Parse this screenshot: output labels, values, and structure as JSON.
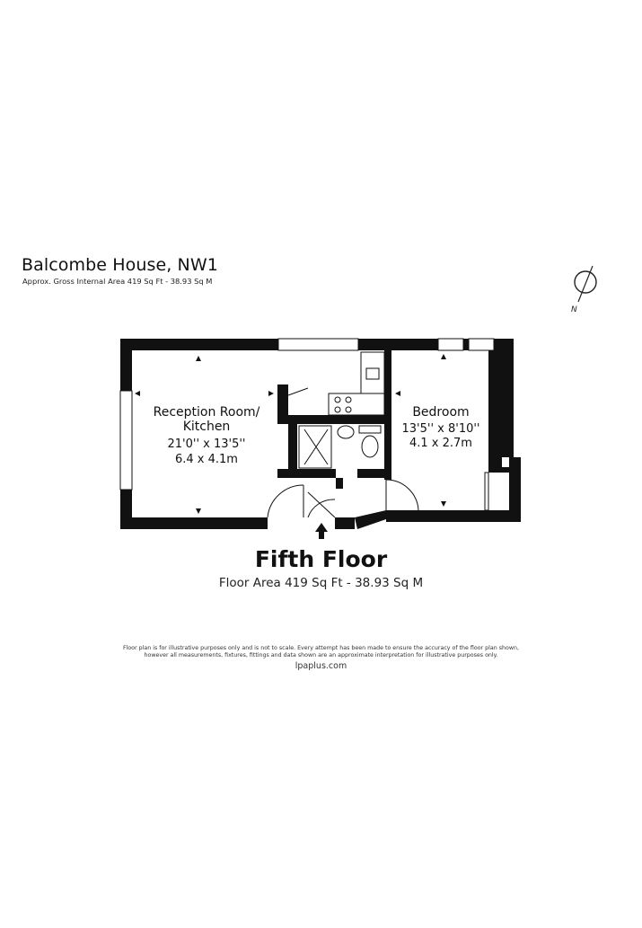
{
  "property": {
    "title": "Balcombe House, NW1",
    "subtitle": "Approx. Gross Internal Area 419 Sq Ft - 38.93 Sq M"
  },
  "compass": {
    "label": "N"
  },
  "rooms": [
    {
      "name_line1": "Reception Room/",
      "name_line2": "Kitchen",
      "imperial": "21'0'' x 13'5''",
      "metric": "6.4 x 4.1m"
    },
    {
      "name_line1": "Bedroom",
      "imperial": "13'5'' x 8'10''",
      "metric": "4.1 x 2.7m"
    }
  ],
  "floor": {
    "name": "Fifth Floor",
    "area": "Floor Area 419 Sq Ft - 38.93 Sq M"
  },
  "footer": {
    "disclaimer_line1": "Floor plan is for illustrative purposes only and is not to scale. Every attempt has been made to ensure the accuracy of the floor plan shown,",
    "disclaimer_line2": "however all measurements, fixtures, fittings and data shown are an approximate interpretation for illustrative purposes only.",
    "website": "lpaplus.com"
  }
}
